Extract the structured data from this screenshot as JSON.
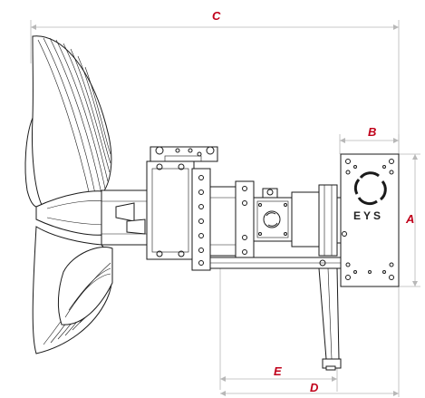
{
  "dimensions": {
    "a": "A",
    "b": "B",
    "c": "C",
    "d": "D",
    "e": "E"
  },
  "plate": {
    "brand": "EYS"
  },
  "colors": {
    "label": "#c0001a",
    "line": "#1a1a1a",
    "dimension_line": "#b8b8b8"
  }
}
